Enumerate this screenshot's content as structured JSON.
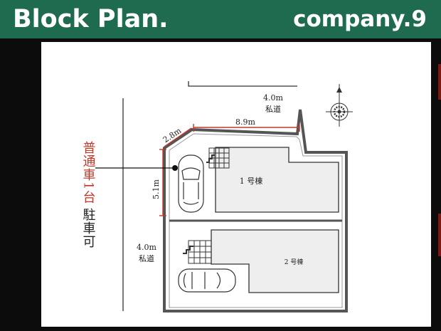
{
  "header": {
    "title": "Block Plan.",
    "company": "company.9"
  },
  "plan": {
    "road_top_width": "4.0m",
    "road_top_type": "私道",
    "road_left_width": "4.0m",
    "road_left_type": "私道",
    "dim_top": "8.9m",
    "dim_corner": "2.8m",
    "dim_side": "5.1m",
    "building_1": "1 号棟",
    "building_2": "2 号棟",
    "parking_note_line1": "普通車1台",
    "parking_note_line2": "駐車可"
  },
  "colors": {
    "header_bg": "#1f6b4f",
    "accent_red": "#c0392b",
    "building_fill": "#eeeeee"
  }
}
